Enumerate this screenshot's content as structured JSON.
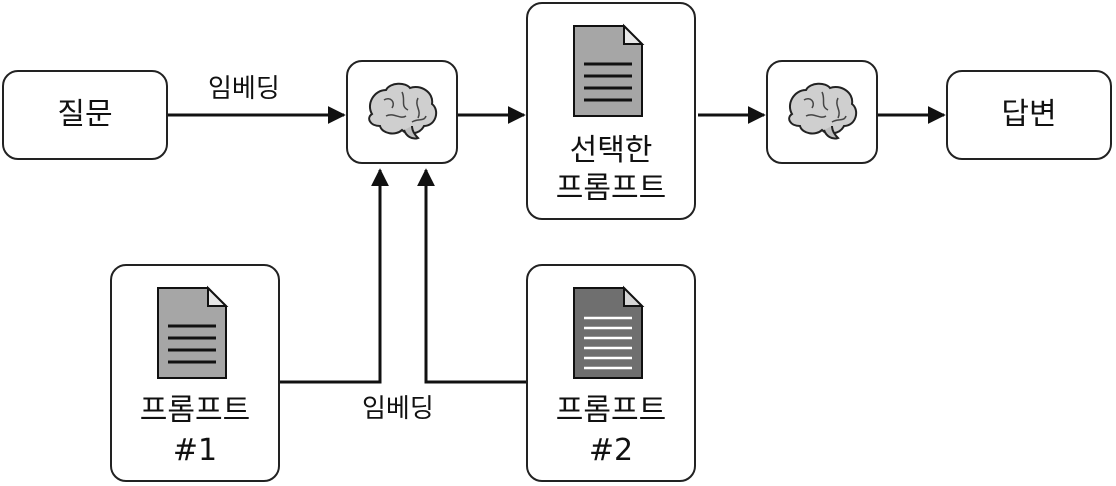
{
  "nodes": {
    "question": {
      "label": "질문"
    },
    "answer": {
      "label": "답변"
    },
    "selected_prompt": {
      "line1": "선택한",
      "line2": "프롬프트"
    },
    "prompt1": {
      "line1": "프롬프트",
      "line2": "#1"
    },
    "prompt2": {
      "line1": "프롬프트",
      "line2": "#2"
    }
  },
  "edges": {
    "question_embedding": "임베딩",
    "prompts_embedding": "임베딩"
  },
  "icons": {
    "brain": "brain-icon",
    "document": "document-icon"
  }
}
